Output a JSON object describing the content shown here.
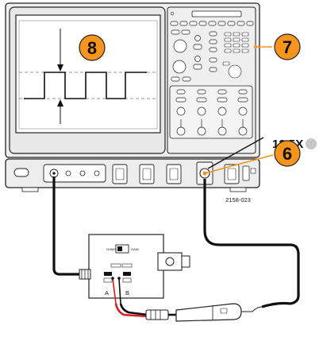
{
  "callouts": {
    "screen": "8",
    "controls": "7",
    "input": "6"
  },
  "zoom_label": "12.5X",
  "figure_number": "2158-023",
  "adapter": {
    "switch_left_label": "OHMS",
    "switch_right_label": "GAIN",
    "lead_a": "A",
    "lead_b": "B"
  },
  "colors": {
    "callout_fill": "#f7941d",
    "callout_line": "#f7941d",
    "zoom_dot": "#c8c8c8",
    "bezel": "#e6e6e6",
    "screen": "#ffffff",
    "cable": "#111111",
    "red_lead": "#d42020"
  }
}
